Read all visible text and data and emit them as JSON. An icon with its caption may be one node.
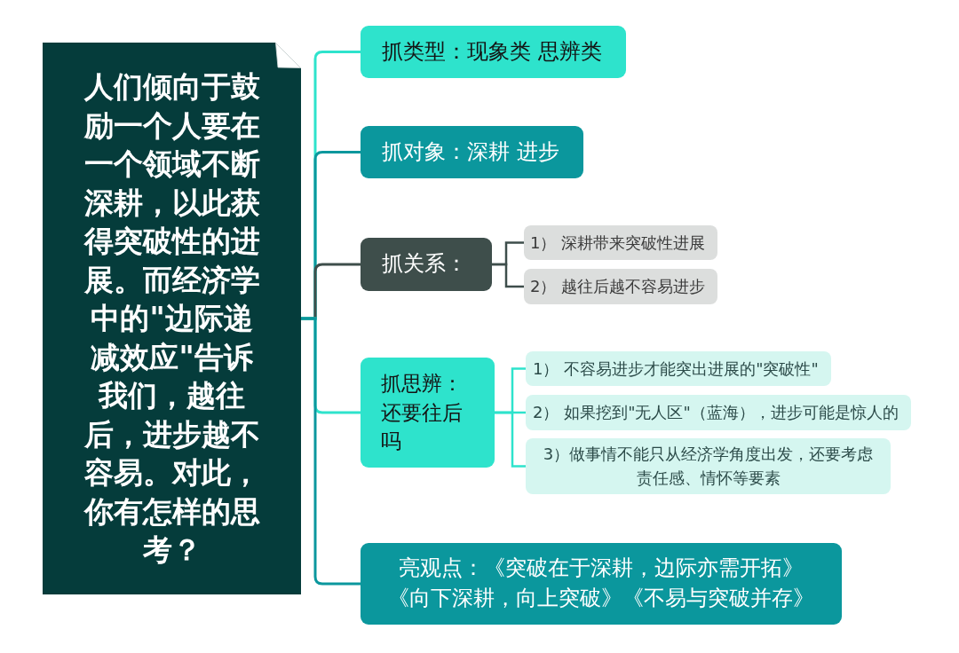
{
  "diagram": {
    "nodes": [
      {
        "text": [
          "人们倾向于鼓励一个人要在一个领域不断深耕，以此获得突破性的进展。而经济学中的\"边际递减效应\"告诉我们，越往后，进步越不容易。对此，你有怎样的思考？"
        ]
      },
      {
        "text": [
          "抓类型：现象类 思辨类"
        ]
      },
      {
        "text": [
          "抓对象：深耕 进步"
        ]
      },
      {
        "text": [
          "抓关系："
        ]
      },
      {
        "text": [
          "1） 深耕带来突破性进展"
        ]
      },
      {
        "text": [
          "2） 越往后越不容易进步"
        ]
      },
      {
        "text": [
          "抓思辨：还要往后吗"
        ]
      },
      {
        "text": [
          "1） 不容易进步才能突出进展的\"突破性\""
        ]
      },
      {
        "text": [
          "2） 如果挖到\"无人区\"（蓝海），进步可能是惊人的"
        ]
      },
      {
        "text": [
          "3）做事情不能只从经济学角度出发，还要考虑责任感、情怀等要素"
        ]
      },
      {
        "text": [
          "亮观点：《突破在于深耕，边际亦需开拓》《向下深耕，向上突破》《不易与突破并存》"
        ]
      }
    ],
    "edges": [
      {
        "from": 0,
        "to": 1,
        "arrow": "none"
      },
      {
        "from": 0,
        "to": 2,
        "arrow": "none",
        "color": "#0b979d"
      },
      {
        "from": 0,
        "to": 3,
        "arrow": "none",
        "color": "#3e4e4b"
      },
      {
        "from": 3,
        "to": 4,
        "arrow": "none",
        "color": "#3e4e4b"
      },
      {
        "from": 3,
        "to": 5,
        "arrow": "none",
        "color": "#3e4e4b"
      },
      {
        "from": 0,
        "to": 6,
        "arrow": "none"
      },
      {
        "from": 6,
        "to": 7,
        "arrow": "none"
      },
      {
        "from": 6,
        "to": 8,
        "arrow": "none"
      },
      {
        "from": 6,
        "to": 9,
        "arrow": "none"
      },
      {
        "from": 0,
        "to": 10,
        "arrow": "none",
        "color": "#0b979d"
      }
    ]
  }
}
